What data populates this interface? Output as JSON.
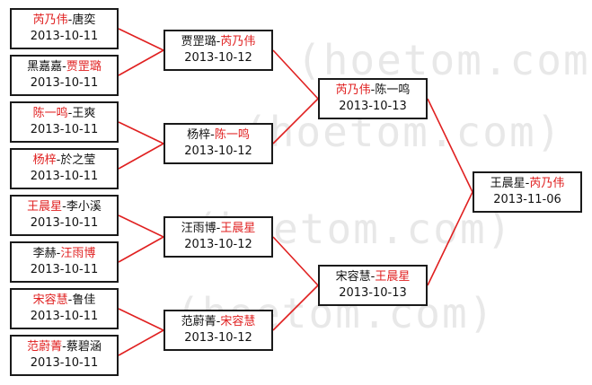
{
  "colors": {
    "winner": "#e02020",
    "text": "#111111",
    "line": "#e02020",
    "border": "#1a1a1a"
  },
  "watermark": "(hoetom.com)",
  "round1": [
    {
      "winner": "芮乃伟",
      "loser": "唐奕",
      "winner_first": true,
      "date": "2013-10-11"
    },
    {
      "winner": "贾罡璐",
      "loser": "黑嘉嘉",
      "winner_first": false,
      "date": "2013-10-11"
    },
    {
      "winner": "陈一鸣",
      "loser": "王爽",
      "winner_first": true,
      "date": "2013-10-11"
    },
    {
      "winner": "杨梓",
      "loser": "於之莹",
      "winner_first": true,
      "date": "2013-10-11"
    },
    {
      "winner": "王晨星",
      "loser": "李小溪",
      "winner_first": true,
      "date": "2013-10-11"
    },
    {
      "winner": "汪雨博",
      "loser": "李赫",
      "winner_first": false,
      "date": "2013-10-11"
    },
    {
      "winner": "宋容慧",
      "loser": "鲁佳",
      "winner_first": true,
      "date": "2013-10-11"
    },
    {
      "winner": "范蔚菁",
      "loser": "蔡碧涵",
      "winner_first": true,
      "date": "2013-10-11"
    }
  ],
  "round2": [
    {
      "winner": "芮乃伟",
      "loser": "贾罡璐",
      "winner_first": false,
      "date": "2013-10-12"
    },
    {
      "winner": "陈一鸣",
      "loser": "杨梓",
      "winner_first": false,
      "date": "2013-10-12"
    },
    {
      "winner": "王晨星",
      "loser": "汪雨博",
      "winner_first": false,
      "date": "2013-10-12"
    },
    {
      "winner": "宋容慧",
      "loser": "范蔚菁",
      "winner_first": false,
      "date": "2013-10-12"
    }
  ],
  "round3": [
    {
      "winner": "芮乃伟",
      "loser": "陈一鸣",
      "winner_first": true,
      "date": "2013-10-13"
    },
    {
      "winner": "王晨星",
      "loser": "宋容慧",
      "winner_first": false,
      "date": "2013-10-13"
    }
  ],
  "final": {
    "winner": "芮乃伟",
    "loser": "王晨星",
    "winner_first": false,
    "date": "2013-11-06"
  }
}
